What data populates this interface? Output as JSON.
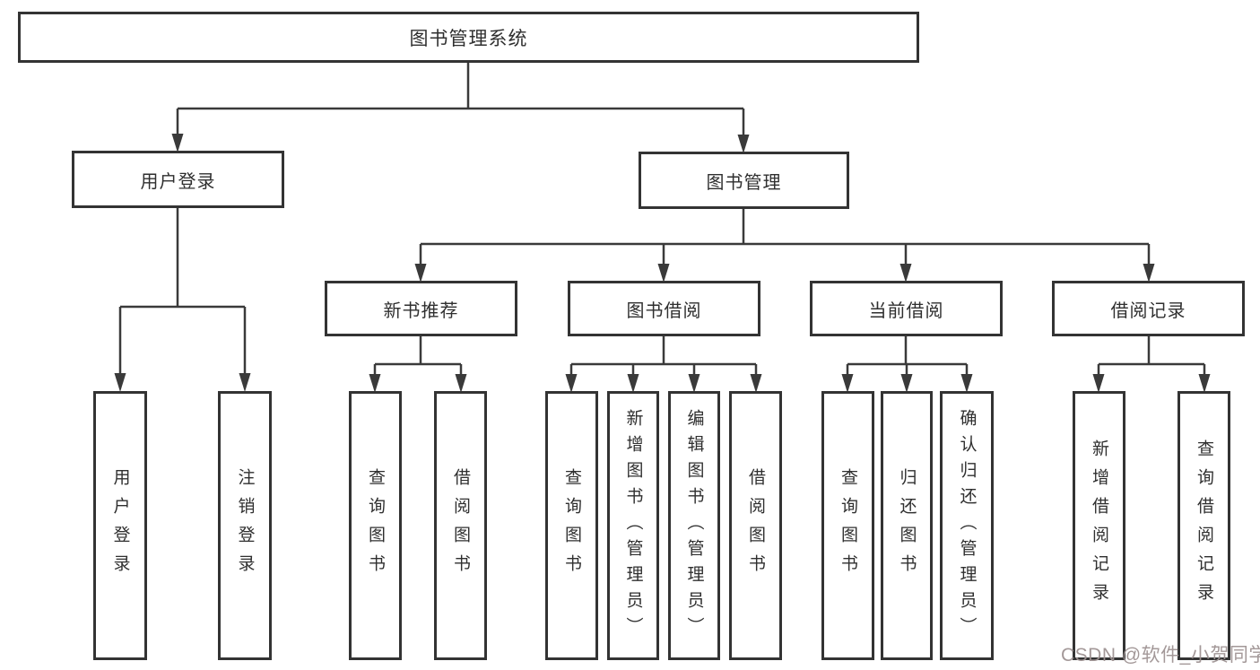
{
  "diagram": {
    "title_note": "feature tree of a library management system",
    "root": {
      "label": "图书管理系统"
    },
    "level2": [
      {
        "label": "用户登录"
      },
      {
        "label": "图书管理"
      }
    ],
    "level3": [
      {
        "label": "新书推荐"
      },
      {
        "label": "图书借阅"
      },
      {
        "label": "当前借阅"
      },
      {
        "label": "借阅记录"
      }
    ],
    "leaves": [
      {
        "label": "用户登录"
      },
      {
        "label": "注销登录"
      },
      {
        "label": "查询图书"
      },
      {
        "label": "借阅图书"
      },
      {
        "label": "查询图书"
      },
      {
        "label": "新增图书（管理员）"
      },
      {
        "label": "编辑图书（管理员）"
      },
      {
        "label": "借阅图书"
      },
      {
        "label": "查询图书"
      },
      {
        "label": "归还图书"
      },
      {
        "label": "确认归还（管理员）"
      },
      {
        "label": "新增借阅记录"
      },
      {
        "label": "查询借阅记录"
      }
    ]
  },
  "watermark": {
    "text": "CSDN @软件_小贺同学"
  },
  "colors": {
    "line": "#3a3a3a",
    "box_border": "#333333",
    "box_background": "#ffffff",
    "text": "#2f2f2f",
    "watermark": "#9e9292"
  }
}
